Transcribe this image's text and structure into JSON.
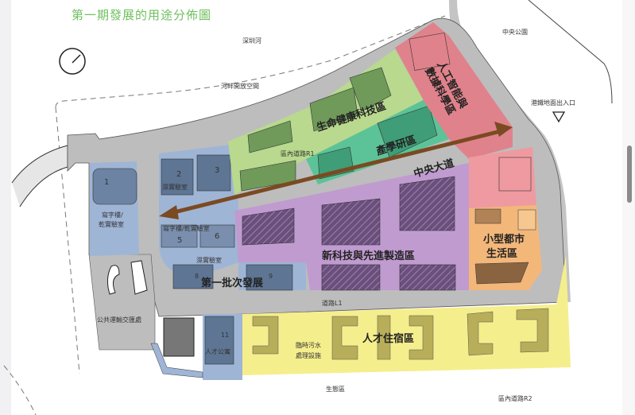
{
  "title": "第一期發展的用途分佈圖",
  "labels": {
    "river": "深圳河",
    "riverside": "河畔開放空間",
    "central_park": "中央公園",
    "mtr_entrance": "港鐵地面出入口",
    "road_r1": "區內道路R1",
    "road_l1": "道路L1",
    "road_r2": "區內道路R2",
    "eco_zone": "生態區",
    "transport_interchange": "公共運輸交匯處",
    "central_avenue": "中央大道"
  },
  "zones": {
    "life_health": "生命健康科技區",
    "ai_data_1": "人工智能與",
    "ai_data_2": "數據科學區",
    "industry_academia": "產學研區",
    "new_tech": "新科技與先進製造區",
    "urban_life_1": "小型都市",
    "urban_life_2": "生活區",
    "talent_housing": "人才住宿區",
    "first_batch": "第一批次發展",
    "wet_lab_1": "濕實驗室",
    "wet_lab_2": "濕實驗室",
    "office_dry_lab_1a": "寫字樓/",
    "office_dry_lab_1b": "乾實驗室",
    "office_dry_lab_2": "寫字樓/乾實驗室",
    "talent_apartment": "人才公寓",
    "sewage_1": "臨時污水",
    "sewage_2": "處理設施"
  },
  "plots": [
    "1",
    "2",
    "3",
    "5",
    "6",
    "8",
    "9",
    "11"
  ],
  "colors": {
    "title": "#6fbf5e",
    "road": "#bdbdbd",
    "blue": "#9fb5d6",
    "blue_dark": "#5e7593",
    "green_light": "#b8d98e",
    "green_dark": "#6f9a5a",
    "teal": "#5cc398",
    "pink": "#e0828b",
    "purple": "#c09bd0",
    "orange": "#f3b77a",
    "yellow": "#f5ee8c",
    "arrow": "#7a4a22"
  }
}
